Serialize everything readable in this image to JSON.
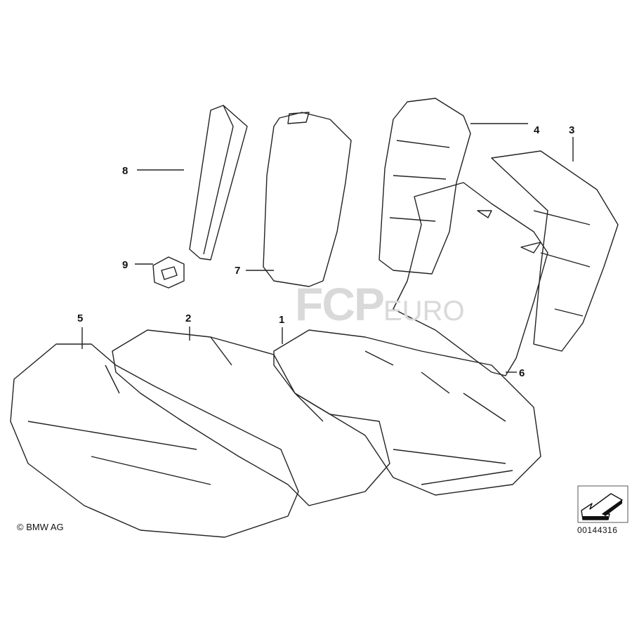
{
  "diagram": {
    "callouts": [
      "1",
      "2",
      "3",
      "4",
      "5",
      "6",
      "7",
      "8",
      "9"
    ],
    "copyright": "© BMW AG",
    "drawing_number": "00144316",
    "watermark": {
      "brand": "FCP",
      "suffix": "EURO"
    }
  }
}
